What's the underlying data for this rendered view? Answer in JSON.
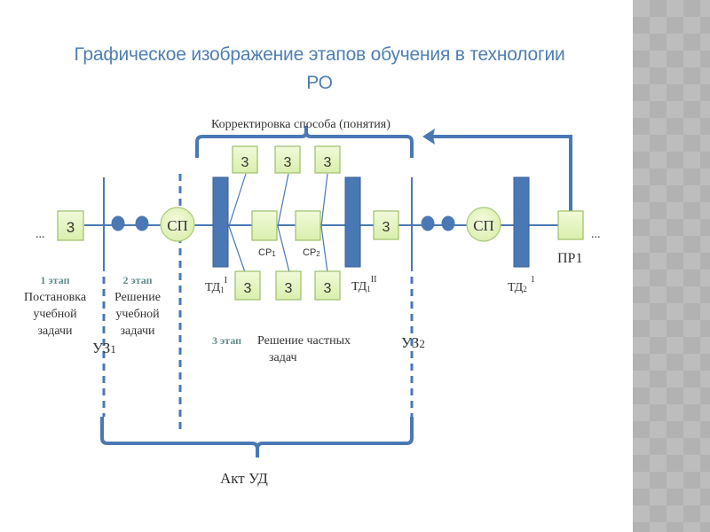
{
  "slide": {
    "title_line1": "Графическое изображение этапов обучения в технологии",
    "title_line2": "РО"
  },
  "diagram": {
    "top_bracket_label": "Корректировка способа (понятия)",
    "bottom_bracket_label": "Акт УД",
    "ellipsis_left": "...",
    "ellipsis_right": "...",
    "task_box_label": "3",
    "sp_label": "СП",
    "cp1_label": "СР",
    "cp1_sub": "1",
    "cp2_label": "СР",
    "cp2_sub": "2",
    "td1_label": "ТД",
    "td1_sub": "1",
    "td1_sup": "I",
    "td1b_label": "ТД",
    "td1b_sub": "1",
    "td1b_sup": "II",
    "td2_label": "ТД",
    "td2_sub": "2",
    "td2_sup": "1",
    "pr1_label": "ПР1",
    "uz1_label": "УЗ1",
    "uz2_label": "УЗ2",
    "stage1": {
      "tag": "1 этап",
      "lines": [
        "Постановка",
        "учебной",
        "задачи"
      ]
    },
    "stage2": {
      "tag": "2 этап",
      "lines": [
        "Решение",
        "учебной",
        "задачи"
      ]
    },
    "stage3": {
      "tag": "3 этап",
      "line1": "Решение частных",
      "line2": "задач"
    }
  },
  "colors": {
    "accent_blue": "#4a78b5",
    "box_fill": "#e4f5c4",
    "box_border": "#9dbf6a",
    "title_blue": "#4f7fb2",
    "stage_teal": "#5f8a8b"
  }
}
